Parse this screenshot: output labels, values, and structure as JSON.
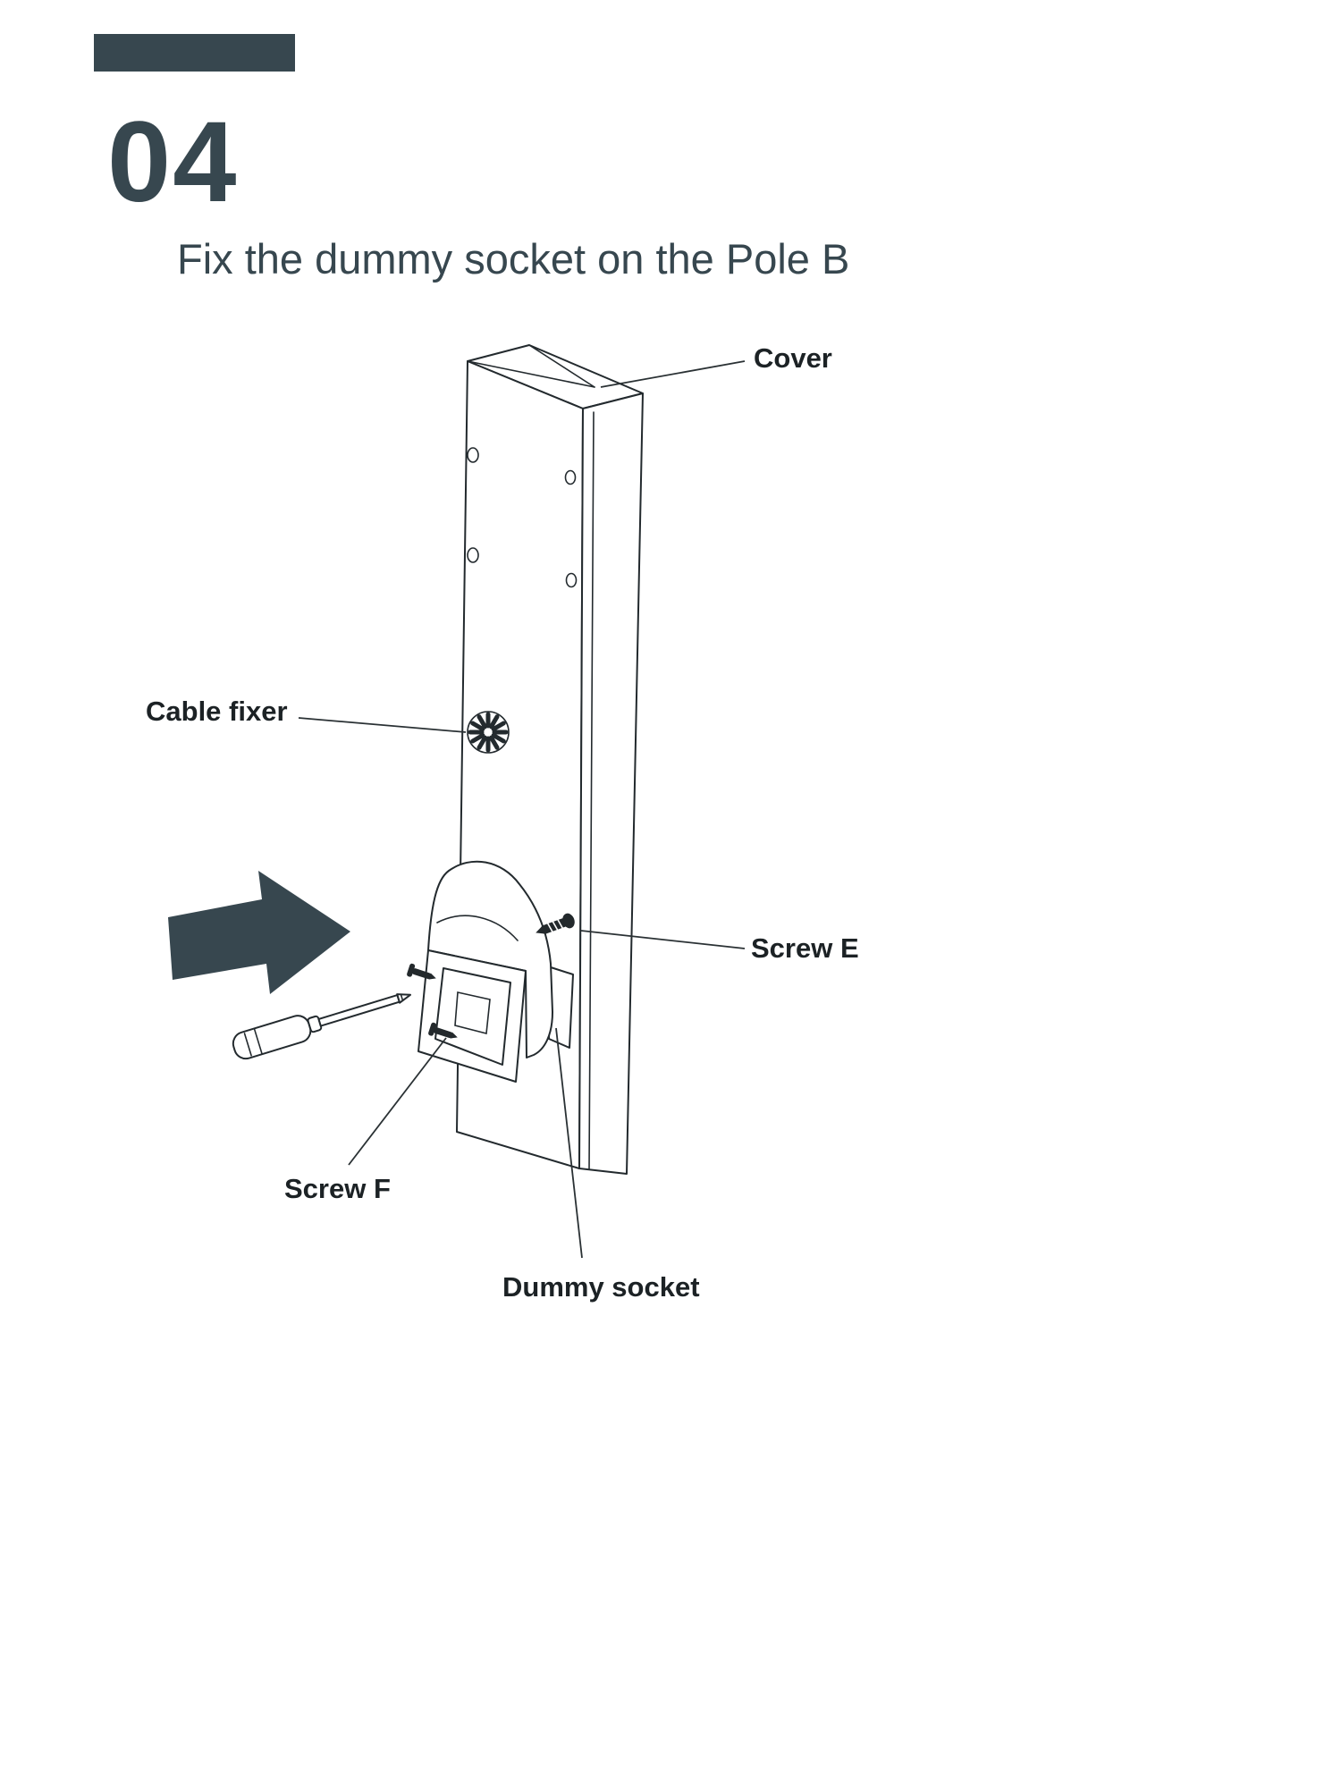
{
  "step": {
    "number": "04",
    "title": "Fix the dummy socket on the Pole B"
  },
  "diagram": {
    "labels": {
      "cover": "Cover",
      "cable_fixer": "Cable fixer",
      "screw_e": "Screw E",
      "screw_f": "Screw F",
      "dummy_socket": "Dummy socket"
    }
  },
  "colors": {
    "accent": "#37474F",
    "line": "#232a2e",
    "label_text": "#1c2225"
  }
}
